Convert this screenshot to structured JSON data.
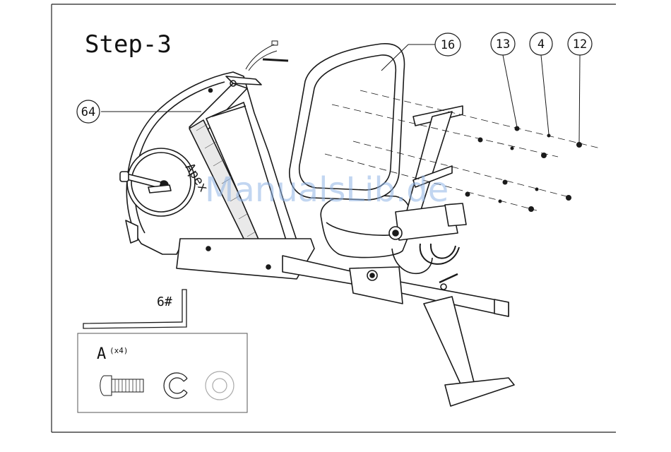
{
  "title": "Step-3",
  "callouts": [
    "64",
    "16",
    "13",
    "4",
    "12"
  ],
  "tool": {
    "label": "6#"
  },
  "hardware": {
    "letter": "A",
    "qty": "(x4)"
  },
  "watermark": "ManualsLib.de"
}
